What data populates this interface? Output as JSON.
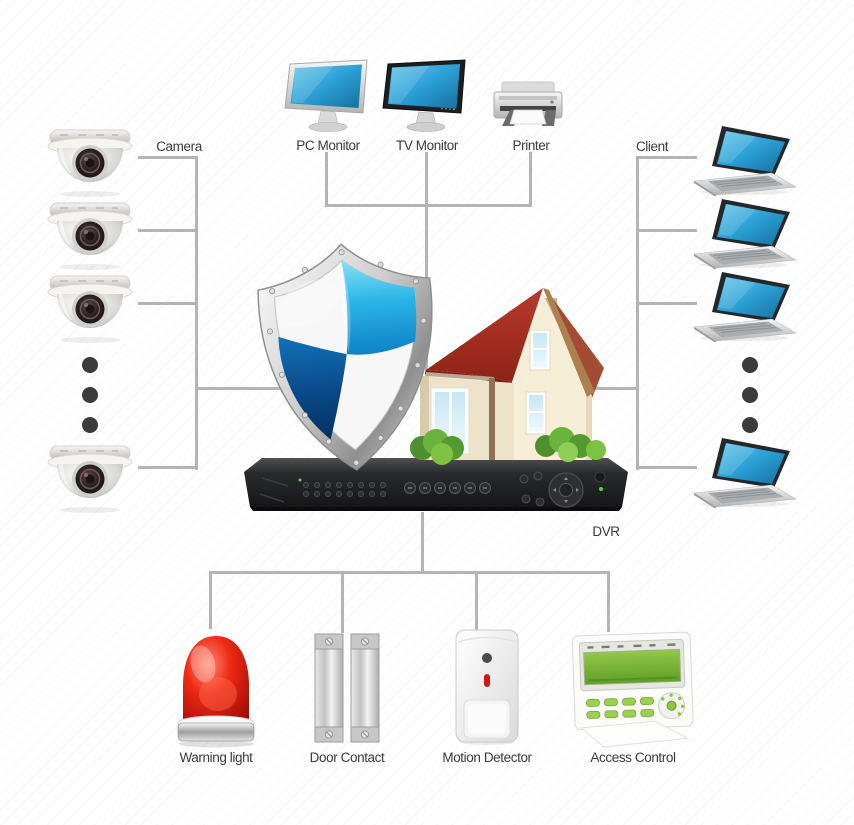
{
  "colors": {
    "connector_line": "#b4b4b4",
    "screen_blue": "#2e9fd6",
    "shield_blue": "#1f9ad6",
    "shield_navy": "#0a4c8c",
    "roof_red": "#a5382a",
    "wall_cream": "#f2e9d2",
    "alarm_red": "#d81e15",
    "lcd_green": "#7ec13b",
    "led_green": "#41d941",
    "label_text": "#3a3a3a"
  },
  "left_group": {
    "label": "Camera",
    "icon": "dome-camera-icon",
    "visible_count": 4,
    "ellipsis_dots": 3
  },
  "right_group": {
    "label": "Client",
    "icon": "laptop-icon",
    "visible_count": 4,
    "ellipsis_dots": 3
  },
  "top_devices": [
    {
      "label": "PC Monitor",
      "icon": "pc-monitor-icon"
    },
    {
      "label": "TV Monitor",
      "icon": "tv-monitor-icon"
    },
    {
      "label": "Printer",
      "icon": "printer-icon"
    }
  ],
  "center": {
    "shield_icon": "security-shield-icon",
    "house_icon": "house-icon",
    "dvr": {
      "label": "DVR",
      "icon": "dvr-recorder-icon"
    }
  },
  "bottom_devices": [
    {
      "label": "Warning light",
      "icon": "warning-light-icon"
    },
    {
      "label": "Door Contact",
      "icon": "door-contact-icon"
    },
    {
      "label": "Motion Detector",
      "icon": "motion-detector-icon"
    },
    {
      "label": "Access Control",
      "icon": "access-control-icon"
    }
  ]
}
